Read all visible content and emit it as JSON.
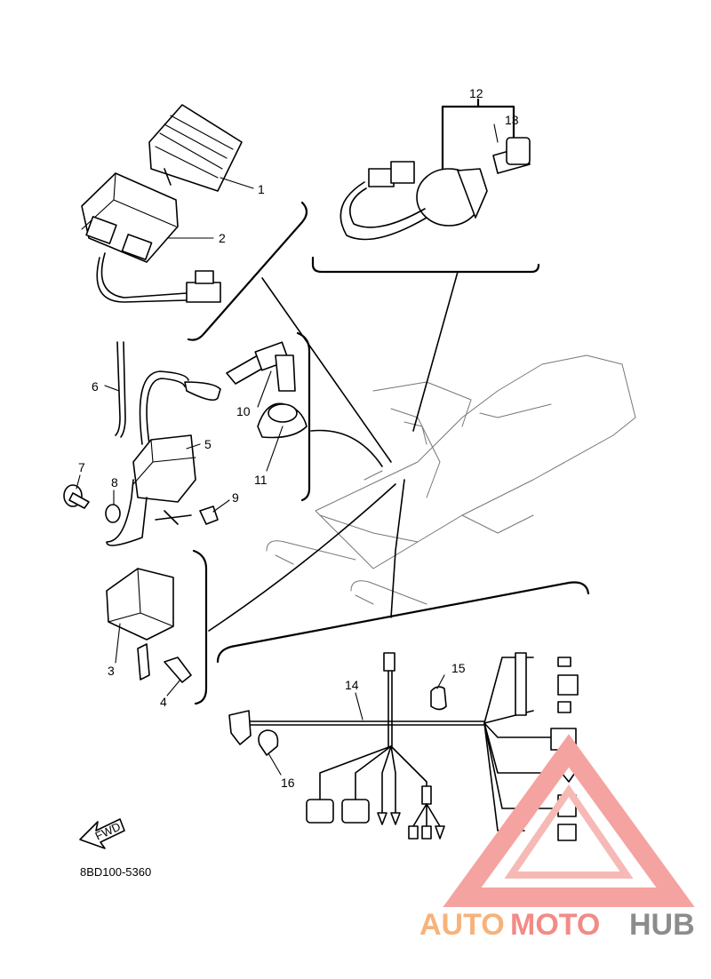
{
  "diagram": {
    "callouts": [
      {
        "id": "c1",
        "label": "1"
      },
      {
        "id": "c2",
        "label": "2"
      },
      {
        "id": "c3",
        "label": "3"
      },
      {
        "id": "c4",
        "label": "4"
      },
      {
        "id": "c5",
        "label": "5"
      },
      {
        "id": "c6",
        "label": "6"
      },
      {
        "id": "c7",
        "label": "7"
      },
      {
        "id": "c8",
        "label": "8"
      },
      {
        "id": "c9",
        "label": "9"
      },
      {
        "id": "c10",
        "label": "10"
      },
      {
        "id": "c11",
        "label": "11"
      },
      {
        "id": "c12",
        "label": "12"
      },
      {
        "id": "c13",
        "label": "13"
      },
      {
        "id": "c14",
        "label": "14"
      },
      {
        "id": "c15",
        "label": "15"
      },
      {
        "id": "c16",
        "label": "16"
      }
    ],
    "diagram_code": "8BD100-5360",
    "fwd_label": "FWD",
    "watermark": {
      "part1": "AUTO",
      "part2": "MOTO",
      "part3": "HUB"
    },
    "colors": {
      "line": "#000000",
      "watermark_orange": "#f7b27a",
      "watermark_red": "#f28b86",
      "watermark_gray": "#8c8c8c"
    }
  }
}
